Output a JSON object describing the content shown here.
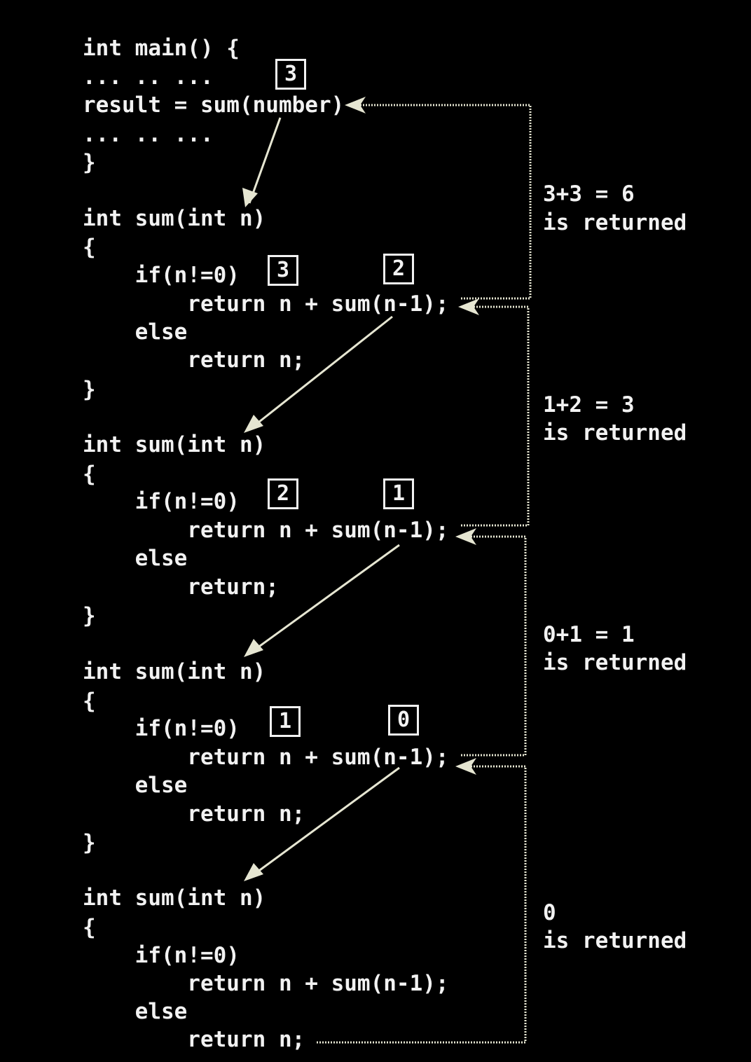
{
  "code": {
    "main": [
      "int main() {",
      "... .. ...",
      "result = sum(number)",
      "... .. ...",
      "}"
    ],
    "call1": [
      "int sum(int n)",
      "{",
      "    if(n!=0)",
      "        return n + sum(n-1);",
      "    else",
      "        return n;",
      "}"
    ],
    "call2": [
      "int sum(int n)",
      "{",
      "    if(n!=0)",
      "        return n + sum(n-1);",
      "    else",
      "        return;",
      "}"
    ],
    "call3": [
      "int sum(int n)",
      "{",
      "    if(n!=0)",
      "        return n + sum(n-1);",
      "    else",
      "        return n;",
      "}"
    ],
    "call4": [
      "int sum(int n)",
      "{",
      "    if(n!=0)",
      "        return n + sum(n-1);",
      "    else",
      "        return n;"
    ]
  },
  "boxes": {
    "main_number": "3",
    "call1_n": "3",
    "call1_arg": "2",
    "call2_n": "2",
    "call2_arg": "1",
    "call3_n": "1",
    "call3_arg": "0"
  },
  "notes": {
    "r1": [
      "3+3 = 6",
      "is returned"
    ],
    "r2": [
      "1+2 = 3",
      "is returned"
    ],
    "r3": [
      "0+1 = 1",
      "is returned"
    ],
    "r4": [
      "0",
      "is returned"
    ]
  },
  "colors": {
    "background": "#000000",
    "text": "#f2f2f2",
    "arrow": "#e6e6d2"
  }
}
